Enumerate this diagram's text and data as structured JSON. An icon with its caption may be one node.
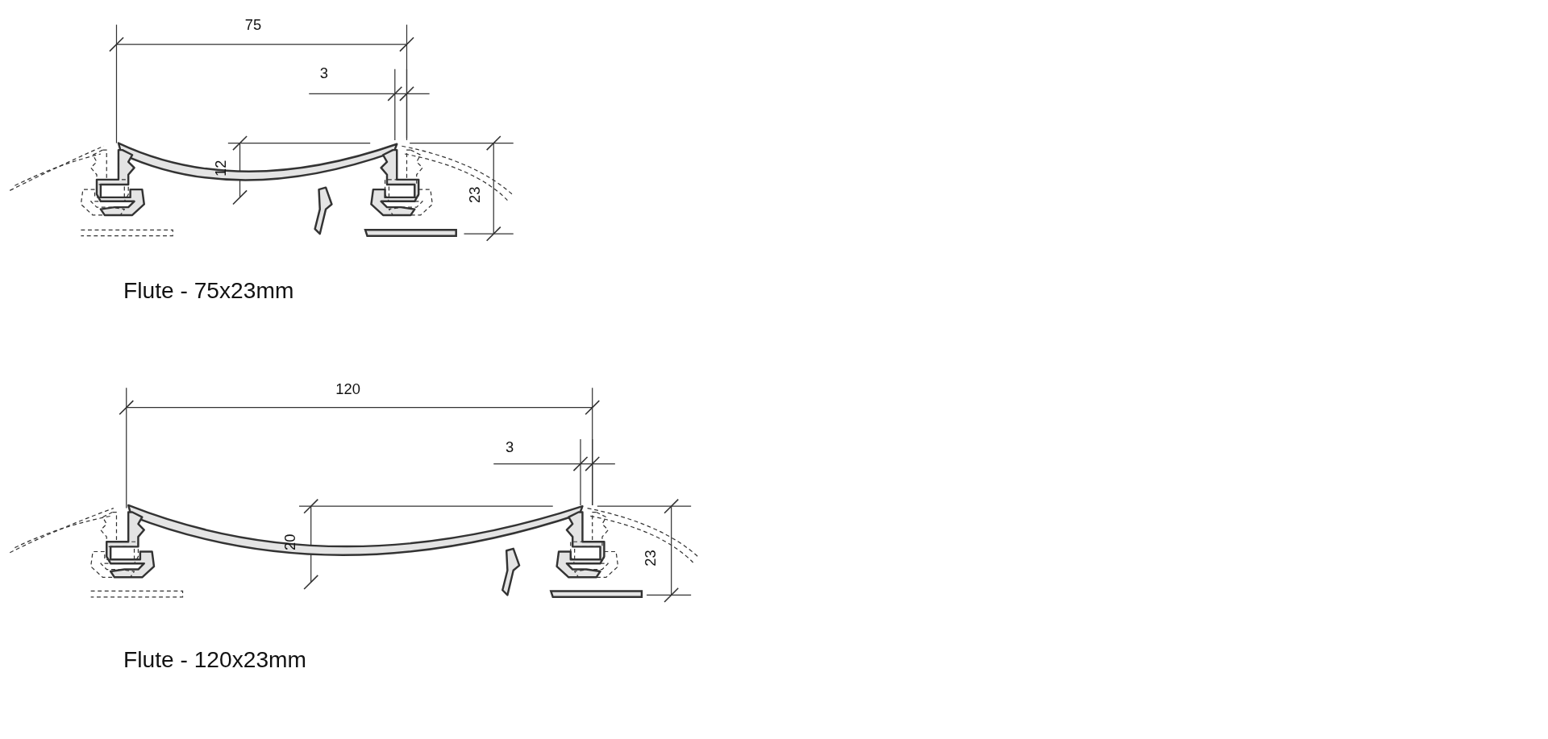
{
  "diagram": {
    "labels": [
      "75",
      "3",
      "12",
      "23",
      "Flute - 75x23mm",
      "120",
      "3",
      "20",
      "23",
      "Flute - 120x23mm"
    ]
  }
}
